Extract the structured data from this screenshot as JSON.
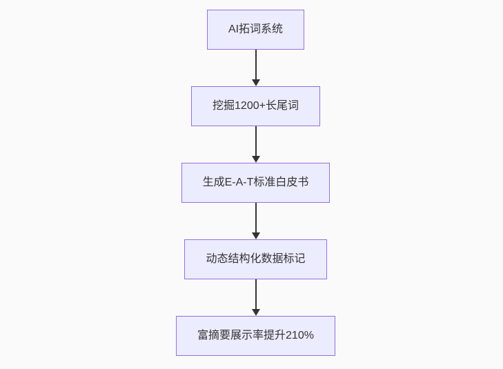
{
  "flowchart": {
    "title": "SEO AI flow diagram",
    "direction": "top-down",
    "nodes": [
      {
        "id": "n1",
        "label": "AI拓词系统"
      },
      {
        "id": "n2",
        "label": "挖掘1200+长尾词"
      },
      {
        "id": "n3",
        "label": "生成E-A-T标准白皮书"
      },
      {
        "id": "n4",
        "label": "动态结构化数据标记"
      },
      {
        "id": "n5",
        "label": "富摘要展示率提升210%"
      }
    ],
    "edges": [
      {
        "from": "n1",
        "to": "n2"
      },
      {
        "from": "n2",
        "to": "n3"
      },
      {
        "from": "n3",
        "to": "n4"
      },
      {
        "from": "n4",
        "to": "n5"
      }
    ],
    "colors": {
      "node_fill": "#ECECFF",
      "node_border": "#9370DB",
      "node_text": "#333333",
      "arrow": "#333333",
      "background": "#fafafa"
    }
  }
}
